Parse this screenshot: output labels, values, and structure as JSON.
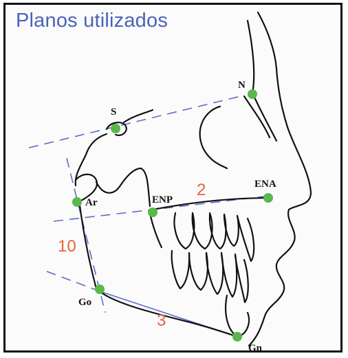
{
  "title": "Planos utilizados",
  "points": {
    "S": "S",
    "N": "N",
    "Ar": "Ar",
    "ENP": "ENP",
    "ENA": "ENA",
    "Go": "Go",
    "Gn": "Gn"
  },
  "measures": {
    "m2": "2",
    "m10": "10",
    "m3": "3"
  },
  "colors": {
    "title": "#4a63b8",
    "plane_lines": "#5a6cc8",
    "landmark_points": "#59b84a",
    "measure_numbers": "#e8623a"
  }
}
